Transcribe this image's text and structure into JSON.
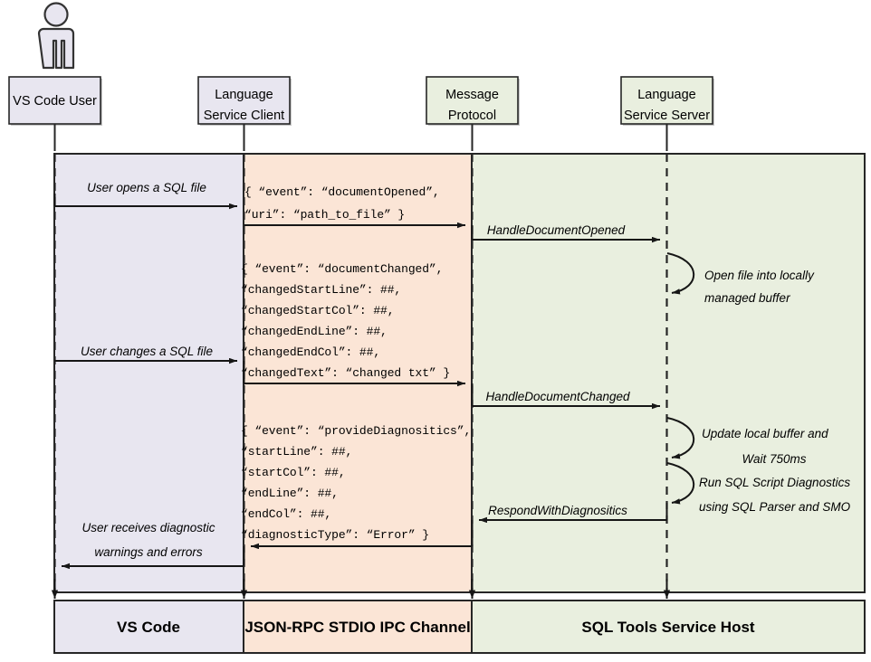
{
  "diagram": {
    "title": "SQL Tools Service language service sequence diagram",
    "colors": {
      "vscode_band": "#e8e6f0",
      "ipc_band": "#fbe5d6",
      "service_band": "#e9efdf",
      "stroke": "#262626",
      "text": "#000000",
      "shadow": "#9a9a9a"
    },
    "actor_icon": {
      "name": "user-person-icon",
      "fill": "#e8e6f0"
    },
    "participants": [
      {
        "id": "vscode-user",
        "line1": "VS Code User",
        "line2": ""
      },
      {
        "id": "language-service-client",
        "line1": "Language",
        "line2": "Service Client"
      },
      {
        "id": "message-protocol",
        "line1": "Message",
        "line2": "Protocol"
      },
      {
        "id": "language-service-server",
        "line1": "Language",
        "line2": "Service Server"
      }
    ],
    "messages": [
      {
        "id": "user-opens-sql-file",
        "label": "User opens a SQL file"
      },
      {
        "id": "handle-document-opened",
        "label": "HandleDocumentOpened"
      },
      {
        "id": "user-changes-sql-file",
        "label": "User changes a SQL file"
      },
      {
        "id": "handle-document-changed",
        "label": "HandleDocumentChanged"
      },
      {
        "id": "respond-with-diagnostics",
        "label": "RespondWithDiagnositics"
      },
      {
        "id": "user-receives-diagnostics",
        "line1": "User receives diagnostic",
        "line2": "warnings and errors"
      }
    ],
    "notes": [
      {
        "id": "open-file-note",
        "line1": "Open file into locally",
        "line2": "managed buffer"
      },
      {
        "id": "update-buffer-note",
        "line1": "Update local buffer and",
        "line2": "Wait 750ms"
      },
      {
        "id": "run-diagnostics-note",
        "line1": "Run SQL Script Diagnostics",
        "line2": "using SQL Parser and SMO"
      }
    ],
    "payloads": [
      {
        "id": "document-opened-payload",
        "lines": [
          "{ “event”: “documentOpened”,",
          "   “uri”: “path_to_file” }"
        ]
      },
      {
        "id": "document-changed-payload",
        "lines": [
          "{ “event”: “documentChanged”,",
          "   “changedStartLine”: ##,",
          "   “changedStartCol”: ##,",
          "   “changedEndLine”: ##,",
          "   “changedEndCol”: ##,",
          "   “changedText”: “changed txt” }"
        ]
      },
      {
        "id": "provide-diagnostics-payload",
        "lines": [
          "{ “event”: “provideDiagnositics”,",
          "   “startLine”: ##,",
          "   “startCol”: ##,",
          "   “endLine”: ##,",
          "   “endCol”: ##,",
          "   “diagnosticType”: “Error” }"
        ]
      }
    ],
    "footer": [
      {
        "id": "footer-vs-code",
        "label": "VS Code"
      },
      {
        "id": "footer-ipc-channel",
        "label": "JSON-RPC STDIO IPC Channel"
      },
      {
        "id": "footer-service-host",
        "label": "SQL Tools Service Host"
      }
    ]
  }
}
